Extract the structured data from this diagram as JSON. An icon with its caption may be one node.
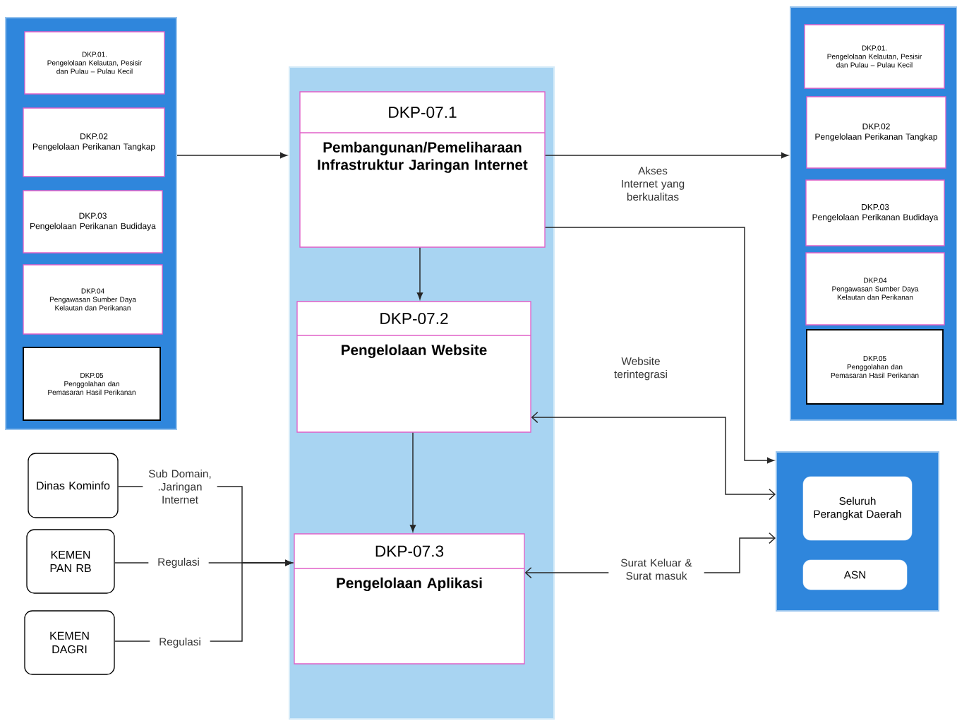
{
  "diagram": {
    "nodes": [
      {
        "text": [],
        "shape": "box"
      },
      {
        "text": [
          "DKP.01.",
          "Pengelolaan Kelautan, Pesisir dan Pulau – Pulau Kecil"
        ],
        "in": 0
      },
      {
        "text": [
          "DKP.02",
          "Pengelolaan Perikanan Tangkap"
        ],
        "in": 0
      },
      {
        "text": [
          "DKP.03",
          "Pengelolaan Perikanan Budidaya"
        ],
        "in": 0
      },
      {
        "text": [
          "DKP.04",
          "Pengawasan Sumber Daya Kelautan dan Perikanan"
        ],
        "in": 0
      },
      {
        "text": [
          "DKP.05",
          "Penggolahan dan Pemasaran Hasil Perikanan"
        ],
        "in": 0
      },
      {
        "text": [],
        "shape": "box"
      },
      {
        "text": [
          "DKP-07.1",
          "Pembangunan/Pemeliharaan Infrastruktur Jaringan Internet"
        ],
        "in": 6
      },
      {
        "text": [
          "DKP-07.2",
          "Pengelolaan Website"
        ],
        "in": 6
      },
      {
        "text": [
          "DKP-07.3",
          "Pengelolaan Aplikasi"
        ],
        "in": 6
      },
      {
        "text": [],
        "shape": "box"
      },
      {
        "text": [
          "DKP.01.",
          "Pengelolaan Kelautan, Pesisir dan Pulau – Pulau Kecil"
        ],
        "in": 10
      },
      {
        "text": [
          "DKP.02",
          "Pengelolaan Perikanan Tangkap"
        ],
        "in": 10
      },
      {
        "text": [
          "DKP.03",
          "Pengelolaan Perikanan Budidaya"
        ],
        "in": 10
      },
      {
        "text": [
          "DKP.04",
          "Pengawasan Sumber Daya Kelautan dan Perikanan"
        ],
        "in": 10
      },
      {
        "text": [
          "DKP.05",
          "Penggolahan dan Pemasaran Hasil Perikanan"
        ],
        "in": 10
      },
      {
        "text": [],
        "shape": "box"
      },
      {
        "text": [
          "Seluruh Perangkat Daerah"
        ],
        "in": 16
      },
      {
        "text": [
          "ASN"
        ],
        "in": 16
      },
      {
        "text": [
          "Dinas Kominfo"
        ]
      },
      {
        "text": [
          "KEMEN PAN RB"
        ]
      },
      {
        "text": [
          "KEMEN DAGRI"
        ]
      }
    ],
    "edges": [
      {
        "from": 0,
        "to": 6,
        "arrow": "to"
      },
      {
        "from": 7,
        "to": 10,
        "arrow": "to",
        "label": "Akses Internet yang berkualitas"
      },
      {
        "from": 7,
        "to": 16,
        "arrow": "to"
      },
      {
        "from": 7,
        "to": 8,
        "arrow": "to"
      },
      {
        "from": 8,
        "to": 9,
        "arrow": "to"
      },
      {
        "from": 16,
        "to": 8,
        "arrow": "both",
        "label": "Website terintegrasi"
      },
      {
        "from": 16,
        "to": 9,
        "arrow": "both",
        "label": "Surat Keluar & Surat masuk"
      },
      {
        "from": 19,
        "to": 9,
        "arrow": "to",
        "label": "Sub Domain, .Jaringan Internet"
      },
      {
        "from": 20,
        "to": 9,
        "arrow": "to",
        "label": "Regulasi"
      },
      {
        "from": 21,
        "to": 9,
        "arrow": "to",
        "label": "Regulasi"
      }
    ]
  }
}
